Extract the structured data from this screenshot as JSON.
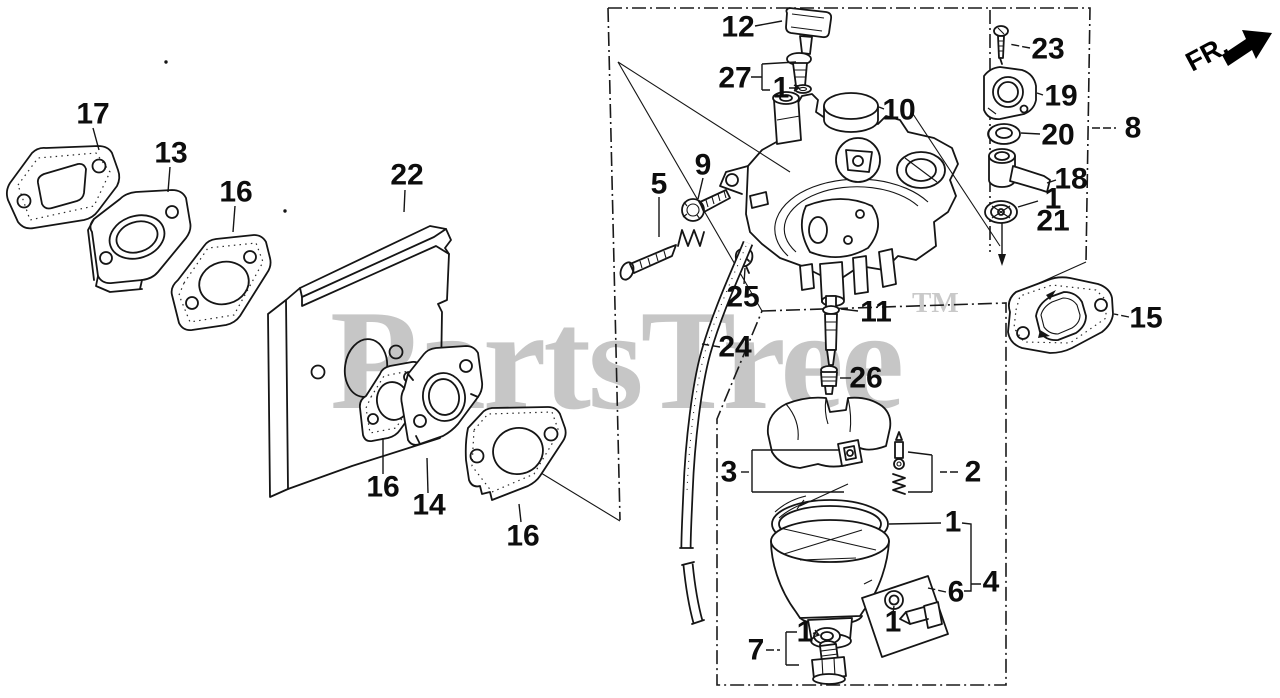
{
  "watermark": {
    "text": "PartsTree",
    "tm": "TM"
  },
  "orientation": {
    "front_label": "FR."
  },
  "colors": {
    "line": "#151515",
    "watermark": "#c6c6c6",
    "background": "#ffffff"
  },
  "callouts": [
    {
      "label": "17"
    },
    {
      "label": "13"
    },
    {
      "label": "16"
    },
    {
      "label": "22"
    },
    {
      "label": "12"
    },
    {
      "label": "27"
    },
    {
      "label": "1"
    },
    {
      "label": "10"
    },
    {
      "label": "23"
    },
    {
      "label": "19"
    },
    {
      "label": "20"
    },
    {
      "label": "8"
    },
    {
      "label": "18"
    },
    {
      "label": "1"
    },
    {
      "label": "21"
    },
    {
      "label": "5"
    },
    {
      "label": "9"
    },
    {
      "label": "25"
    },
    {
      "label": "24"
    },
    {
      "label": "11"
    },
    {
      "label": "26"
    },
    {
      "label": "15"
    },
    {
      "label": "16"
    },
    {
      "label": "14"
    },
    {
      "label": "16"
    },
    {
      "label": "3"
    },
    {
      "label": "2"
    },
    {
      "label": "1"
    },
    {
      "label": "4"
    },
    {
      "label": "6"
    },
    {
      "label": "1"
    },
    {
      "label": "7"
    },
    {
      "label": "1"
    }
  ]
}
